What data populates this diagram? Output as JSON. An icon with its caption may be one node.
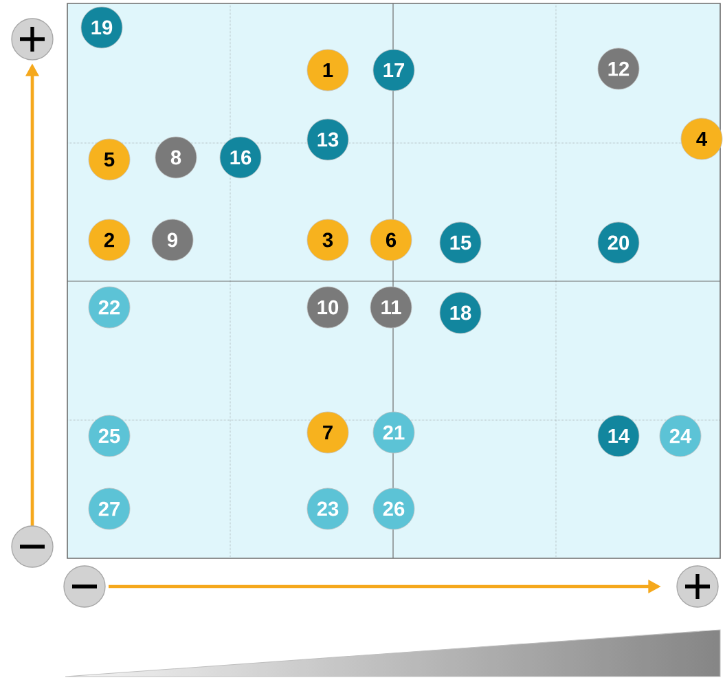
{
  "diagram": {
    "nodes": [
      {
        "text": [
          "19"
        ]
      },
      {
        "text": [
          "1"
        ]
      },
      {
        "text": [
          "17"
        ]
      },
      {
        "text": [
          "12"
        ]
      },
      {
        "text": [
          "13"
        ]
      },
      {
        "text": [
          "4"
        ]
      },
      {
        "text": [
          "5"
        ]
      },
      {
        "text": [
          "8"
        ]
      },
      {
        "text": [
          "16"
        ]
      },
      {
        "text": [
          "2"
        ]
      },
      {
        "text": [
          "9"
        ]
      },
      {
        "text": [
          "3"
        ]
      },
      {
        "text": [
          "6"
        ]
      },
      {
        "text": [
          "15"
        ]
      },
      {
        "text": [
          "20"
        ]
      },
      {
        "text": [
          "22"
        ]
      },
      {
        "text": [
          "10"
        ]
      },
      {
        "text": [
          "11"
        ]
      },
      {
        "text": [
          "18"
        ]
      },
      {
        "text": [
          "25"
        ]
      },
      {
        "text": [
          "7"
        ]
      },
      {
        "text": [
          "21"
        ]
      },
      {
        "text": [
          "14"
        ]
      },
      {
        "text": [
          "24"
        ]
      },
      {
        "text": [
          "27"
        ]
      },
      {
        "text": [
          "23"
        ]
      },
      {
        "text": [
          "26"
        ]
      }
    ]
  }
}
